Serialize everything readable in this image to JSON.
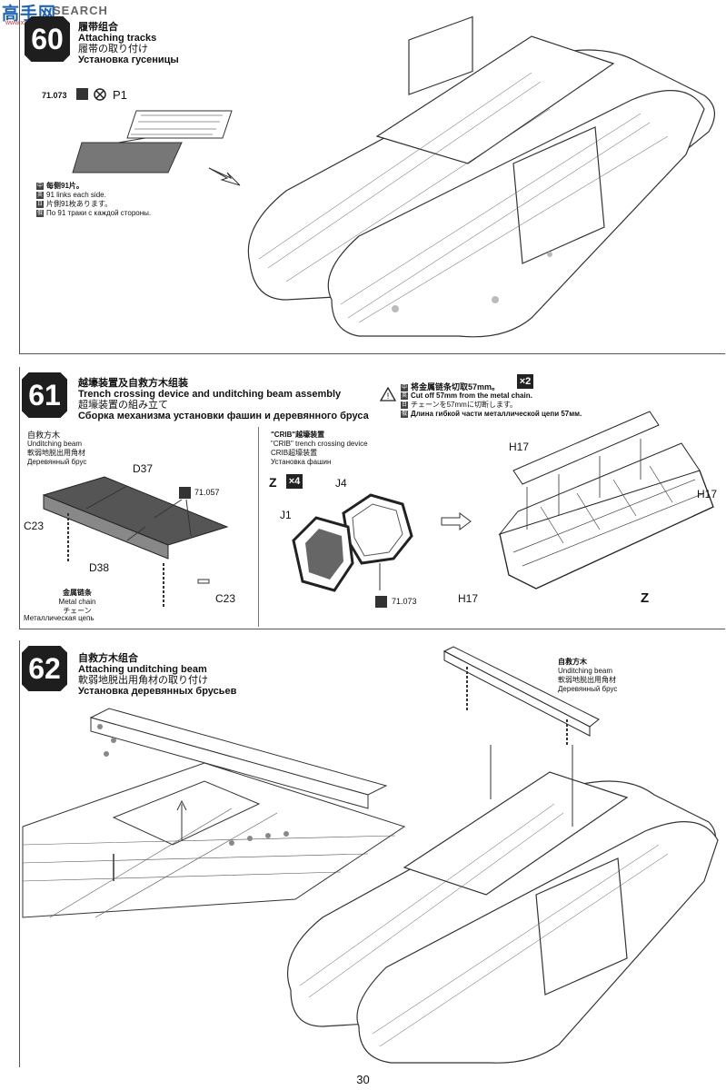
{
  "watermark": {
    "logo": "高手网",
    "text": "SEARCH",
    "url": "www.xxxx.com"
  },
  "steps": [
    {
      "number": "60",
      "title_cn": "履带组合",
      "title_en": "Attaching tracks",
      "title_jp": "履帯の取り付け",
      "title_ru": "Установка гусеницы",
      "part_code": "71.073",
      "part_label": "P1",
      "notes": [
        {
          "text": "每侧91片。",
          "bold": true
        },
        {
          "text": "91 links each side.",
          "bold": false
        },
        {
          "text": "片側91枚あります。",
          "bold": false
        },
        {
          "text": "По 91 траки с каждой стороны.",
          "bold": false
        }
      ]
    },
    {
      "number": "61",
      "title_cn": "越壕装置及自救方木组装",
      "title_en": "Trench crossing device and unditching beam assembly",
      "title_jp": "超壕装置の組み立て",
      "title_ru": "Сборка механизма установки фашин и деревянного бруса",
      "caution": [
        "将金属链条切取57mm。",
        "Cut off 57mm from the metal chain.",
        "チェーンを57mmに切断します。",
        "Длина гибкой части металлической цепи 57мм."
      ],
      "caution_qty": "×2",
      "left_header": [
        "自救方木",
        "Unditching beam",
        "軟弱地脱出用角材",
        "Деревянный брус"
      ],
      "left_parts": {
        "d37": "D37",
        "d38": "D38",
        "c23a": "C23",
        "c23b": "C23",
        "code": "71.057"
      },
      "chain_label": [
        "金属链条",
        "Metal chain",
        "チェーン",
        "Металлическая цепь"
      ],
      "crib_header": [
        "\"CRIB\"越壕装置",
        "\"CRIB\" trench crossing device",
        "CRIB超壕装置",
        "Установка фашин"
      ],
      "crib_parts": {
        "z": "Z",
        "qty": "×4",
        "j4": "J4",
        "j1": "J1",
        "code": "71.073"
      },
      "right_parts": {
        "h17a": "H17",
        "h17b": "H17",
        "h17c": "H17",
        "z": "Z"
      }
    },
    {
      "number": "62",
      "title_cn": "自救方木组合",
      "title_en": "Attaching unditching beam",
      "title_jp": "軟弱地脱出用角材の取り付け",
      "title_ru": "Установка деревянных брусьев",
      "beam_label": [
        "自救方木",
        "Unditching beam",
        "軟弱地脱出用角材",
        "Деревянный брус"
      ]
    }
  ],
  "page_number": "30"
}
